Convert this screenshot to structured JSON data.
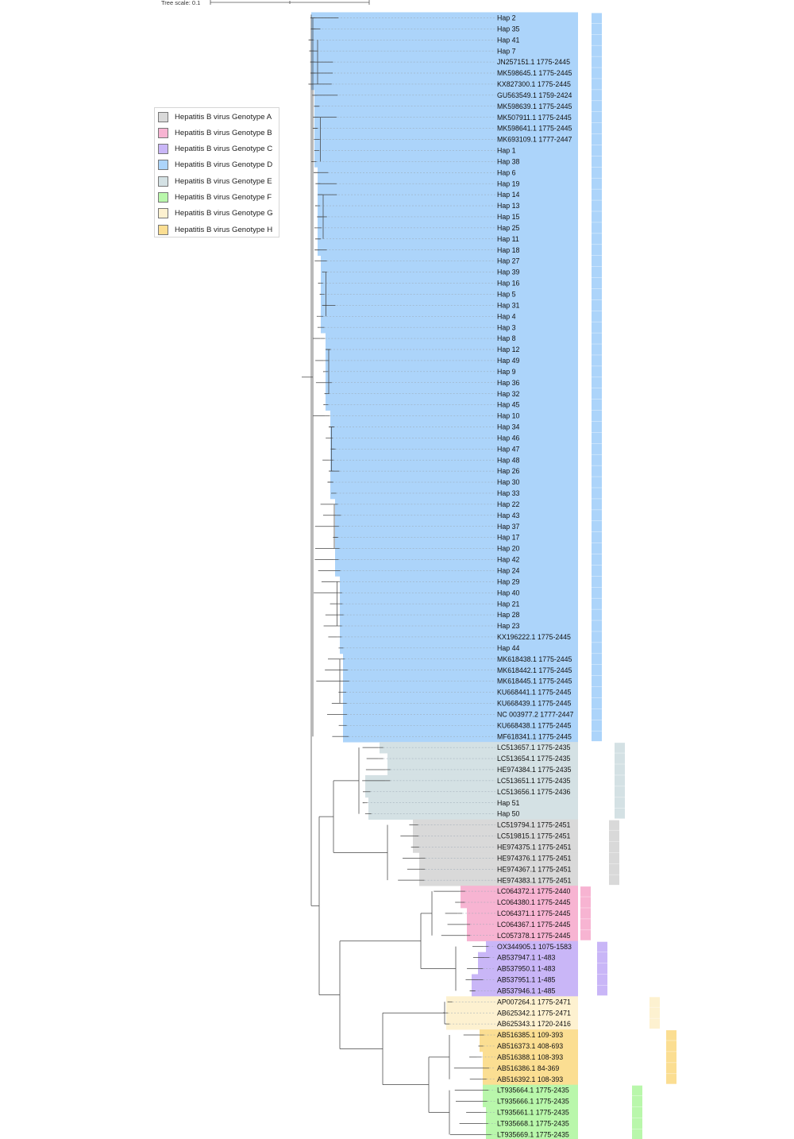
{
  "scale": {
    "label": "Tree scale: 0.1"
  },
  "legend": [
    {
      "label": "Hepatitis B virus Genotype A",
      "color": "#d9d9d9"
    },
    {
      "label": "Hepatitis B virus Genotype B",
      "color": "#f7b4d2"
    },
    {
      "label": "Hepatitis B virus Genotype C",
      "color": "#c9b6f7"
    },
    {
      "label": "Hepatitis B virus Genotype D",
      "color": "#acd4fa"
    },
    {
      "label": "Hepatitis B virus Genotype E",
      "color": "#d4e1e4"
    },
    {
      "label": "Hepatitis B virus Genotype F",
      "color": "#b9f7ab"
    },
    {
      "label": "Hepatitis B virus Genotype G",
      "color": "#fdf1d0"
    },
    {
      "label": "Hepatitis B virus Genotype H",
      "color": "#fbde92"
    }
  ],
  "clades": [
    {
      "genotype": "D",
      "leaves": [
        "Hap 2",
        "Hap 35",
        "Hap 41",
        "Hap 7",
        "JN257151.1 1775-2445",
        "MK598645.1 1775-2445",
        "KX827300.1 1775-2445",
        "GU563549.1 1759-2424",
        "MK598639.1 1775-2445",
        "MK507911.1 1775-2445",
        "MK598641.1 1775-2445",
        "MK693109.1 1777-2447",
        "Hap 1",
        "Hap 38",
        "Hap 6",
        "Hap 19",
        "Hap 14",
        "Hap 13",
        "Hap 15",
        "Hap 25",
        "Hap 11",
        "Hap 18",
        "Hap 27",
        "Hap 39",
        "Hap 16",
        "Hap 5",
        "Hap 31",
        "Hap 4",
        "Hap 3",
        "Hap 8",
        "Hap 12",
        "Hap 49",
        "Hap 9",
        "Hap 36",
        "Hap 32",
        "Hap 45",
        "Hap 10",
        "Hap 34",
        "Hap 46",
        "Hap 47",
        "Hap 48",
        "Hap 26",
        "Hap 30",
        "Hap 33",
        "Hap 22",
        "Hap 43",
        "Hap 37",
        "Hap 17",
        "Hap 20",
        "Hap 42",
        "Hap 24",
        "Hap 29",
        "Hap 40",
        "Hap 21",
        "Hap 28",
        "Hap 23",
        "KX196222.1 1775-2445",
        "Hap 44",
        "MK618438.1 1775-2445",
        "MK618442.1 1775-2445",
        "MK618445.1 1775-2445",
        "KU668441.1 1775-2445",
        "KU668439.1 1775-2445",
        "NC 003977.2 1777-2447",
        "KU668438.1 1775-2445",
        "MF618341.1 1775-2445"
      ]
    },
    {
      "genotype": "E",
      "leaves": [
        "LC513657.1 1775-2435",
        "LC513654.1 1775-2435",
        "HE974384.1 1775-2435",
        "LC513651.1 1775-2435",
        "LC513656.1 1775-2436",
        "Hap 51",
        "Hap 50"
      ]
    },
    {
      "genotype": "A",
      "leaves": [
        "LC519794.1 1775-2451",
        "LC519815.1 1775-2451",
        "HE974375.1 1775-2451",
        "HE974376.1 1775-2451",
        "HE974367.1 1775-2451",
        "HE974383.1 1775-2451"
      ]
    },
    {
      "genotype": "B",
      "leaves": [
        "LC064372.1 1775-2440",
        "LC064380.1 1775-2445",
        "LC064371.1 1775-2445",
        "LC064367.1 1775-2445",
        "LC057378.1 1775-2445"
      ]
    },
    {
      "genotype": "C",
      "leaves": [
        "OX344905.1 1075-1583",
        "AB537947.1 1-483",
        "AB537950.1 1-483",
        "AB537951.1 1-485",
        "AB537946.1 1-485"
      ]
    },
    {
      "genotype": "G",
      "leaves": [
        "AP007264.1 1775-2471",
        "AB625342.1 1775-2471",
        "AB625343.1 1720-2416"
      ]
    },
    {
      "genotype": "H",
      "leaves": [
        "AB516385.1 109-393",
        "AB516373.1 408-693",
        "AB516388.1 108-393",
        "AB516386.1 84-369",
        "AB516392.1 108-393"
      ]
    },
    {
      "genotype": "F",
      "leaves": [
        "LT935664.1 1775-2435",
        "LT935666.1 1775-2435",
        "LT935661.1 1775-2435",
        "LT935668.1 1775-2435",
        "LT935669.1 1775-2435"
      ]
    }
  ]
}
